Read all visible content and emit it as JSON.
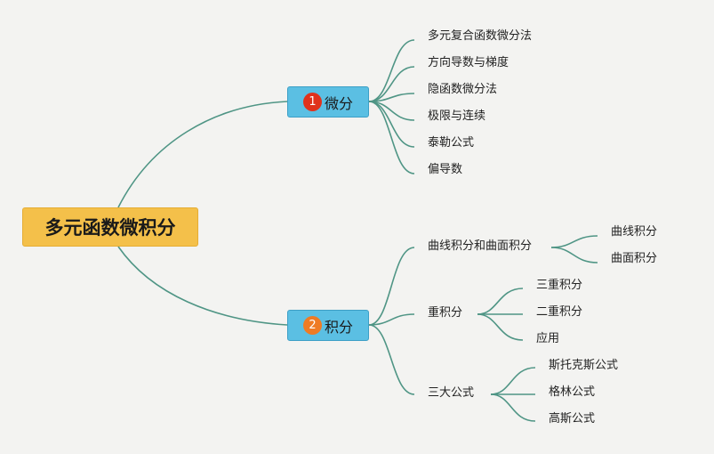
{
  "mindmap": {
    "root": "多元函数微积分",
    "branches": [
      {
        "badge": "1",
        "badge_color": "#e0321c",
        "label": "微分",
        "children": [
          {
            "label": "多元复合函数微分法"
          },
          {
            "label": "方向导数与梯度"
          },
          {
            "label": "隐函数微分法"
          },
          {
            "label": "极限与连续"
          },
          {
            "label": "泰勒公式"
          },
          {
            "label": "偏导数"
          }
        ]
      },
      {
        "badge": "2",
        "badge_color": "#ef7b25",
        "label": "积分",
        "children": [
          {
            "label": "曲线积分和曲面积分",
            "children": [
              "曲线积分",
              "曲面积分"
            ]
          },
          {
            "label": "重积分",
            "children": [
              "三重积分",
              "二重积分",
              "应用"
            ]
          },
          {
            "label": "三大公式",
            "children": [
              "斯托克斯公式",
              "格林公式",
              "高斯公式"
            ]
          }
        ]
      }
    ],
    "colors": {
      "root_fill": "#f4c04a",
      "branch_fill": "#5bbfe3",
      "edge": "#4f9585",
      "background": "#f3f3f1"
    }
  }
}
